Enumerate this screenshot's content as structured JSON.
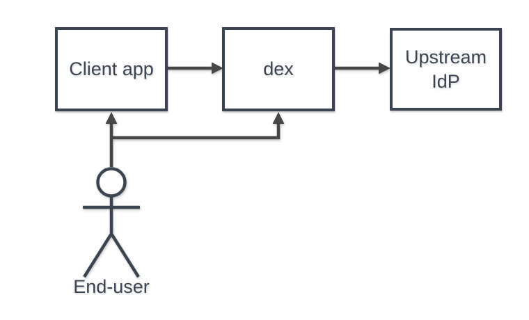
{
  "diagram": {
    "type": "flow-diagram",
    "nodes": [
      {
        "id": "client-app",
        "label": "Client app"
      },
      {
        "id": "dex",
        "label": "dex"
      },
      {
        "id": "upstream-idp",
        "label": "Upstream IdP"
      }
    ],
    "actor": {
      "id": "end-user",
      "label": "End-user"
    },
    "edges": [
      {
        "from": "client-app",
        "to": "dex"
      },
      {
        "from": "dex",
        "to": "upstream-idp"
      },
      {
        "from": "end-user",
        "to": "client-app"
      },
      {
        "from": "end-user",
        "to": "dex"
      }
    ],
    "colors": {
      "node_border": "#3a4452",
      "node_fill": "#ffffff",
      "edge_stroke": "#474747",
      "figure_stroke": "#3a4452",
      "text": "#3a4452",
      "background": "#ffffff"
    }
  }
}
